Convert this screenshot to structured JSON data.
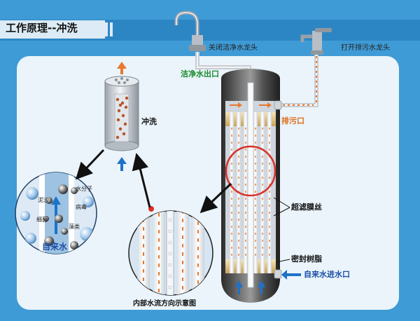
{
  "title": "工作原理--冲洗",
  "labels": {
    "close_clean_tap": "关闭洁净水龙头",
    "open_drain_tap": "打开排污水龙头",
    "clean_outlet": "洁净水出口",
    "drain_outlet": "排污口",
    "flush": "冲洗",
    "uf_fiber": "超滤膜丝",
    "seal_resin": "密封树脂",
    "tap_inlet": "自来水进水口",
    "internal_flow": "内部水流方向示意图",
    "tap_water": "自来水"
  },
  "contaminants": {
    "water_molecule": "水分子",
    "sediment": "泥沙",
    "virus": "病毒",
    "bacteria": "细菌",
    "algae": "藻类"
  },
  "colors": {
    "background": "#3f9bd6",
    "panel": "#eaf4fa",
    "clean_label": "#1a8a2e",
    "drain_label": "#e06a1a",
    "inlet_label": "#1d4fa8",
    "highlight_circle": "#d9302a",
    "flow_arrow_orange": "#e8782e",
    "flow_arrow_blue": "#1e72c8"
  }
}
